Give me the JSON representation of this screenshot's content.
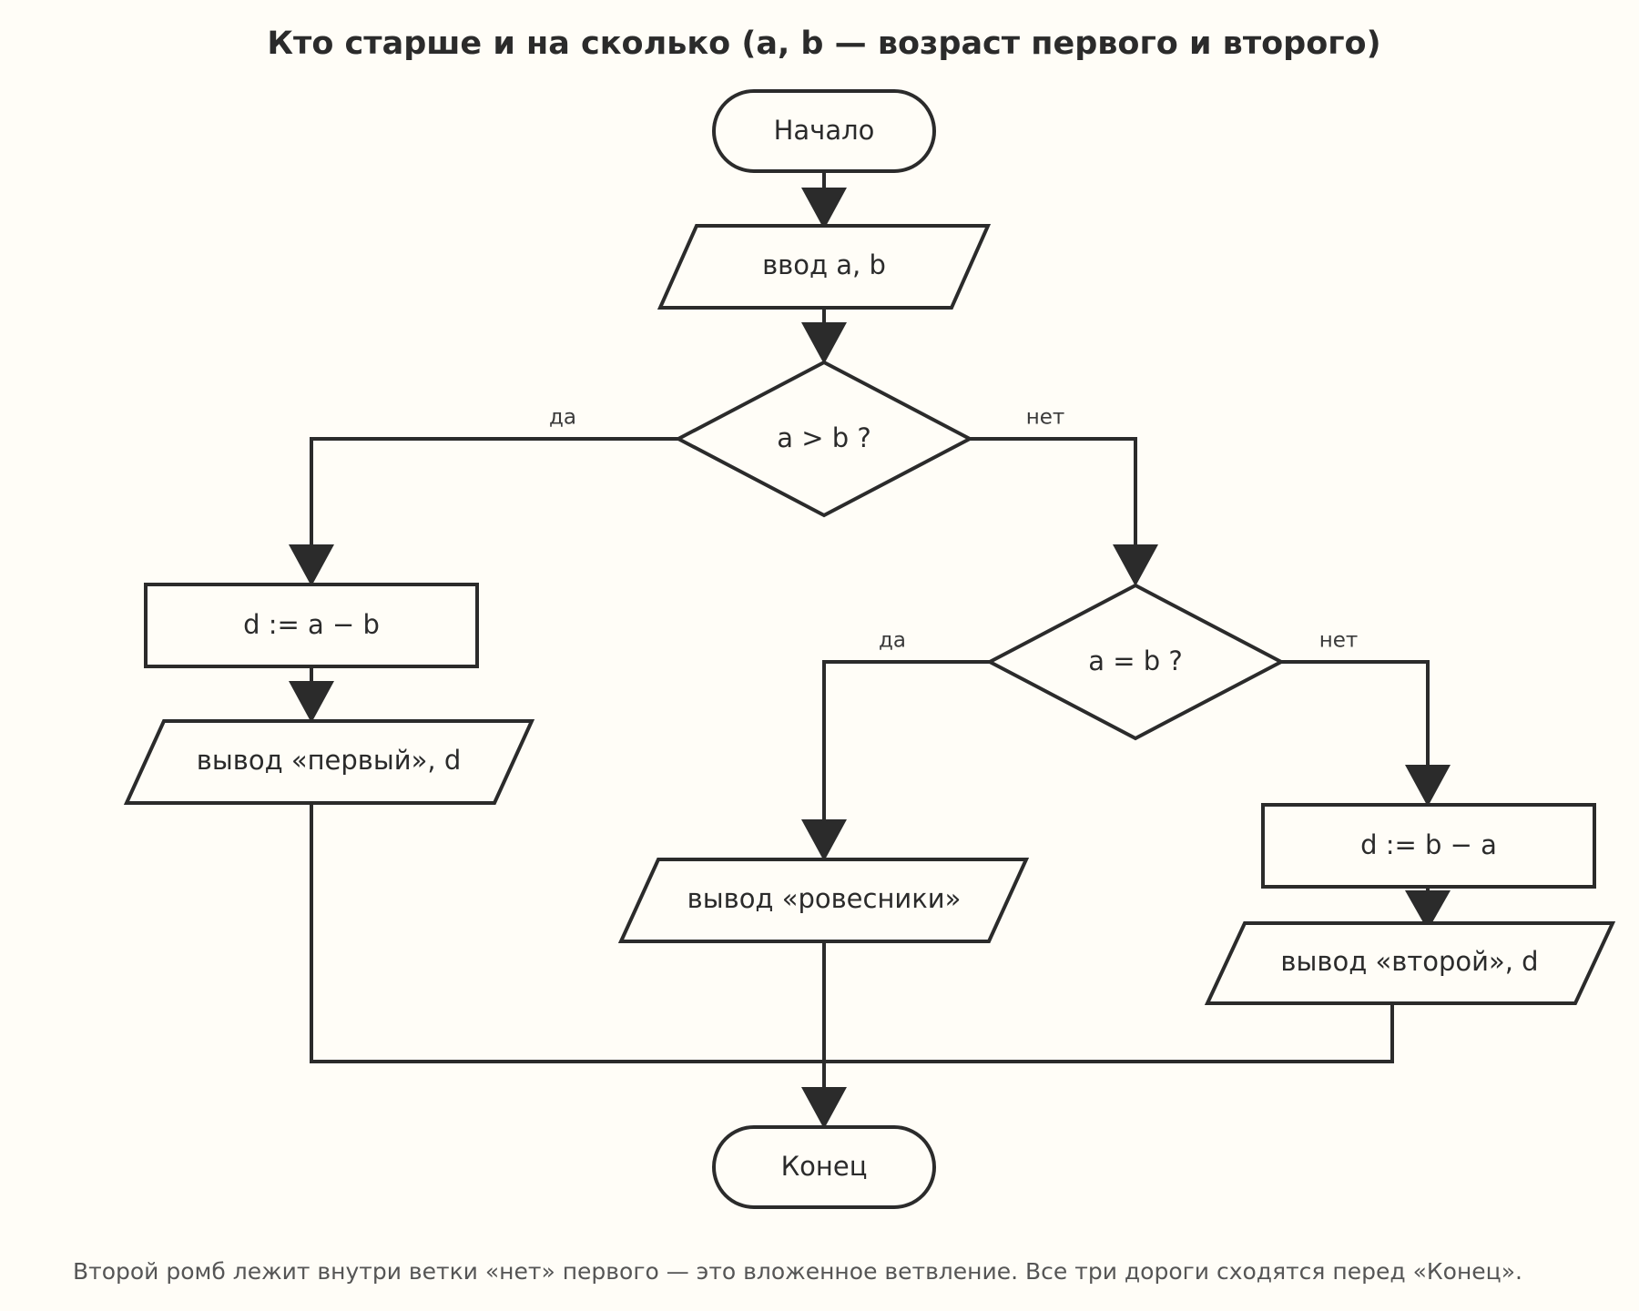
{
  "title": "Кто старше и на сколько (a, b — возраст первого и второго)",
  "nodes": {
    "start": "Начало",
    "input": "ввод a, b",
    "cond1": "a > b ?",
    "assign1": "d := a − b",
    "output1": "вывод «первый», d",
    "cond2": "a = b ?",
    "output_equal": "вывод «ровесники»",
    "assign2": "d := b − a",
    "output2": "вывод «второй», d",
    "end": "Конец"
  },
  "edge_labels": {
    "cond1_yes": "да",
    "cond1_no": "нет",
    "cond2_yes": "да",
    "cond2_no": "нет"
  },
  "caption": "Второй ромб лежит внутри ветки «нет» первого — это вложенное ветвление. Все три дороги сходятся перед «Конец».",
  "colors": {
    "background": "#fffdf7",
    "stroke": "#2b2b2b",
    "text": "#2b2b2b",
    "caption": "#555555"
  }
}
